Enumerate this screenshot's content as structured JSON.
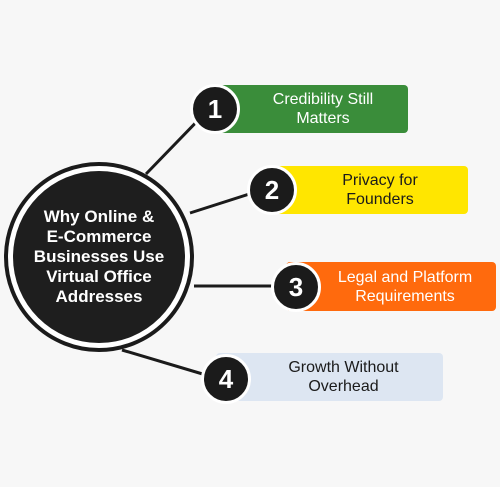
{
  "hub": {
    "title": "Why Online &\nE-Commerce\nBusinesses Use\nVirtual Office\nAddresses"
  },
  "items": [
    {
      "number": "1",
      "label": "Credibility Still\nMatters",
      "color": "#3a8d3a",
      "text_color": "#ffffff"
    },
    {
      "number": "2",
      "label": "Privacy for\nFounders",
      "color": "#ffe600",
      "text_color": "#1b1b1b"
    },
    {
      "number": "3",
      "label": "Legal and Platform\nRequirements",
      "color": "#ff6a0d",
      "text_color": "#ffffff"
    },
    {
      "number": "4",
      "label": "Growth Without\nOverhead",
      "color": "#dde6f2",
      "text_color": "#1b1b1b"
    }
  ]
}
